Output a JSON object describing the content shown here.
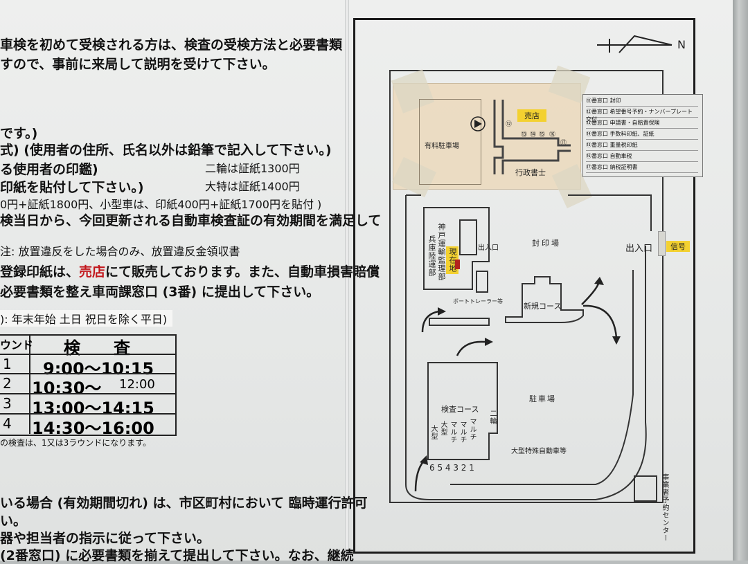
{
  "left_text": {
    "l1": "車検を初めて受検される方は、検査の受検方法と必要書類",
    "l2": "すので、事前に来局して説明を受けて下さい。",
    "l3": "です。)",
    "l4": "式) (使用者の住所、氏名以外は鉛筆で記入して下さい。)",
    "l5": "る使用者の印鑑)",
    "l5b": "二輪は証紙1300円",
    "l6": "印紙を貼付して下さい。)",
    "l6b": "大特は証紙1400円",
    "l7": "0円+証紙1800円、小型車は、印紙400円+証紙1700円を貼付 )",
    "l8": "検当日から、今回更新される自動車検査証の有効期間を満足して",
    "l9": "注: 放置違反をした場合のみ、放置違反金領収書",
    "l10a": "登録印紙は、",
    "l10red": "売店",
    "l10b": "にて販売しております。また、自動車損害賠償",
    "l11": "必要書類を整え車両課窓口 (3番) に提出して下さい。",
    "l12": "): 年末年始 土日 祝日を除く平日)",
    "note_small": "の検査は、1又は3ラウンドになります。",
    "l13": "いる場合 (有効期間切れ) は、市区町村において 臨時運行許可",
    "l14": "い。",
    "l15": "器や担当者の指示に従って下さい。",
    "l16": "(2番窓口) に必要書類を揃えて提出して下さい。なお、継続"
  },
  "schedule": {
    "header_round": "ウンド",
    "header_check": "検　　査",
    "rows": [
      {
        "round": "1",
        "time": "9:00〜10:15"
      },
      {
        "round": "2",
        "time": "10:30〜",
        "time_extra": "12:00"
      },
      {
        "round": "3",
        "time": "13:00〜14:15"
      },
      {
        "round": "4",
        "time": "14:30〜16:00"
      }
    ]
  },
  "map": {
    "north": "N",
    "paid_parking": "有料駐車場",
    "shop": "売店",
    "scrivener": "行政書士",
    "counter_nums": [
      "⑫",
      "⑬",
      "⑭",
      "⑮",
      "⑯",
      "⑰"
    ],
    "legend": [
      "⑪番窓口 封印",
      "⑫番窓口 希望番号予約・ナンバープレート交付",
      "⑬番窓口 申請書・自賠責保険",
      "⑭番窓口 手数料印紙、証紙",
      "⑮番窓口 重量税印紙",
      "⑯番窓口 自動車税",
      "⑰番窓口 納税証明書"
    ],
    "kobe": "神戸運輸監理部",
    "hyogo": "兵庫陸運部",
    "current": "現在地",
    "entrance": "出入口",
    "seal_area": "封印場",
    "entrance_big": "出入口",
    "signal": "信号",
    "boat_trailer": "ボートトレーラー等",
    "new_course": "新規コース",
    "parking": "駐車場",
    "inspection_course": "検査コース",
    "two_wheel": "二輪",
    "lanes": [
      "大型",
      "大型",
      "マルチ",
      "マルチ",
      "マルチ"
    ],
    "lane_numbers": "6 5 4 3 2 1",
    "special_vehicle": "大型特殊自動車等",
    "reservation_center": "事業者予約センター"
  }
}
